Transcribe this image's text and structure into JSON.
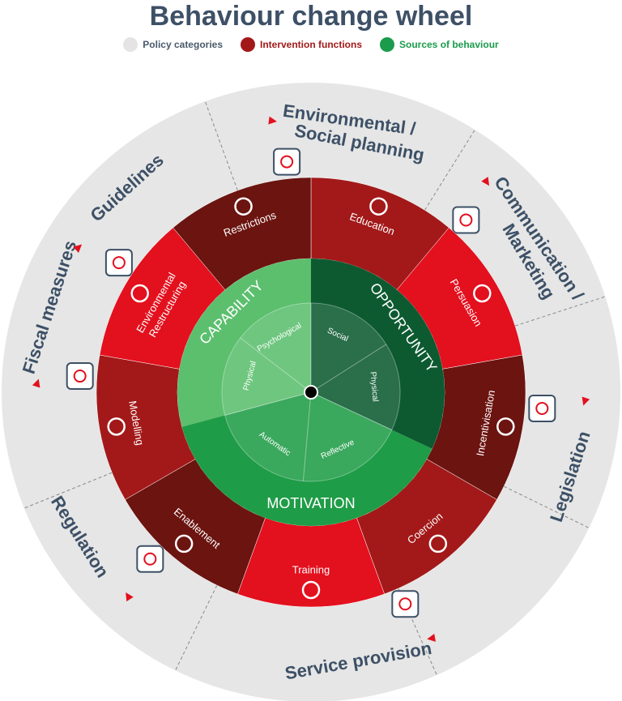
{
  "title": "Behaviour change wheel",
  "legend": [
    {
      "label": "Policy categories",
      "color": "#e4e4e4"
    },
    {
      "label": "Intervention functions",
      "color": "#a31919"
    },
    {
      "label": "Sources of behaviour",
      "color": "#1a9c4c"
    }
  ],
  "policy_categories": [
    {
      "label": "Environmental / Social planning",
      "line1": "Environmental /",
      "line2": "Social planning",
      "icon": "planning-tablet-icon"
    },
    {
      "label": "Communication / Marketing",
      "line1": "Communication /",
      "line2": "Marketing",
      "icon": "megaphone-icon"
    },
    {
      "label": "Legislation",
      "line1": "Legislation",
      "line2": "",
      "icon": "gavel-icon"
    },
    {
      "label": "Service provision",
      "line1": "Service provision",
      "line2": "",
      "icon": "service-hand-gear-icon"
    },
    {
      "label": "Regulation",
      "line1": "Regulation",
      "line2": "",
      "icon": "warning-signs-icon"
    },
    {
      "label": "Fiscal measures",
      "line1": "Fiscal measures",
      "line2": "",
      "icon": "bank-icon"
    },
    {
      "label": "Guidelines",
      "line1": "Guidelines",
      "line2": "",
      "icon": "clipboard-checklist-icon"
    }
  ],
  "intervention_functions": [
    {
      "label": "Education",
      "line2": "",
      "color": "#a31919",
      "icon": "books-icon"
    },
    {
      "label": "Persuasion",
      "line2": "",
      "color": "#e3101e",
      "icon": "persuasion-icon"
    },
    {
      "label": "Incentivisation",
      "line2": "",
      "color": "#6b1410",
      "icon": "trophy-hand-icon"
    },
    {
      "label": "Coercion",
      "line2": "",
      "color": "#a31919",
      "icon": "handcuffs-icon"
    },
    {
      "label": "Training",
      "line2": "",
      "color": "#e3101e",
      "icon": "presentation-icon"
    },
    {
      "label": "Enablement",
      "line2": "",
      "color": "#6b1410",
      "icon": "unlock-icon"
    },
    {
      "label": "Modelling",
      "line2": "",
      "color": "#a31919",
      "icon": "modelling-icon"
    },
    {
      "label": "Environmental",
      "line2": "Restructuring",
      "color": "#e3101e",
      "icon": "signpost-icon"
    },
    {
      "label": "Restrictions",
      "line2": "",
      "color": "#6b1410",
      "icon": "no-entry-icon"
    }
  ],
  "sources_of_behaviour": {
    "capability": {
      "label": "CAPABILITY",
      "color": "#5cbf6e",
      "subs": [
        "Physical",
        "Psychological"
      ]
    },
    "opportunity": {
      "label": "OPPORTUNITY",
      "color": "#0d5a31",
      "subs": [
        "Social",
        "Physical"
      ]
    },
    "motivation": {
      "label": "MOTIVATION",
      "color": "#1f9c47",
      "subs": [
        "Reflective",
        "Automatic"
      ]
    }
  }
}
